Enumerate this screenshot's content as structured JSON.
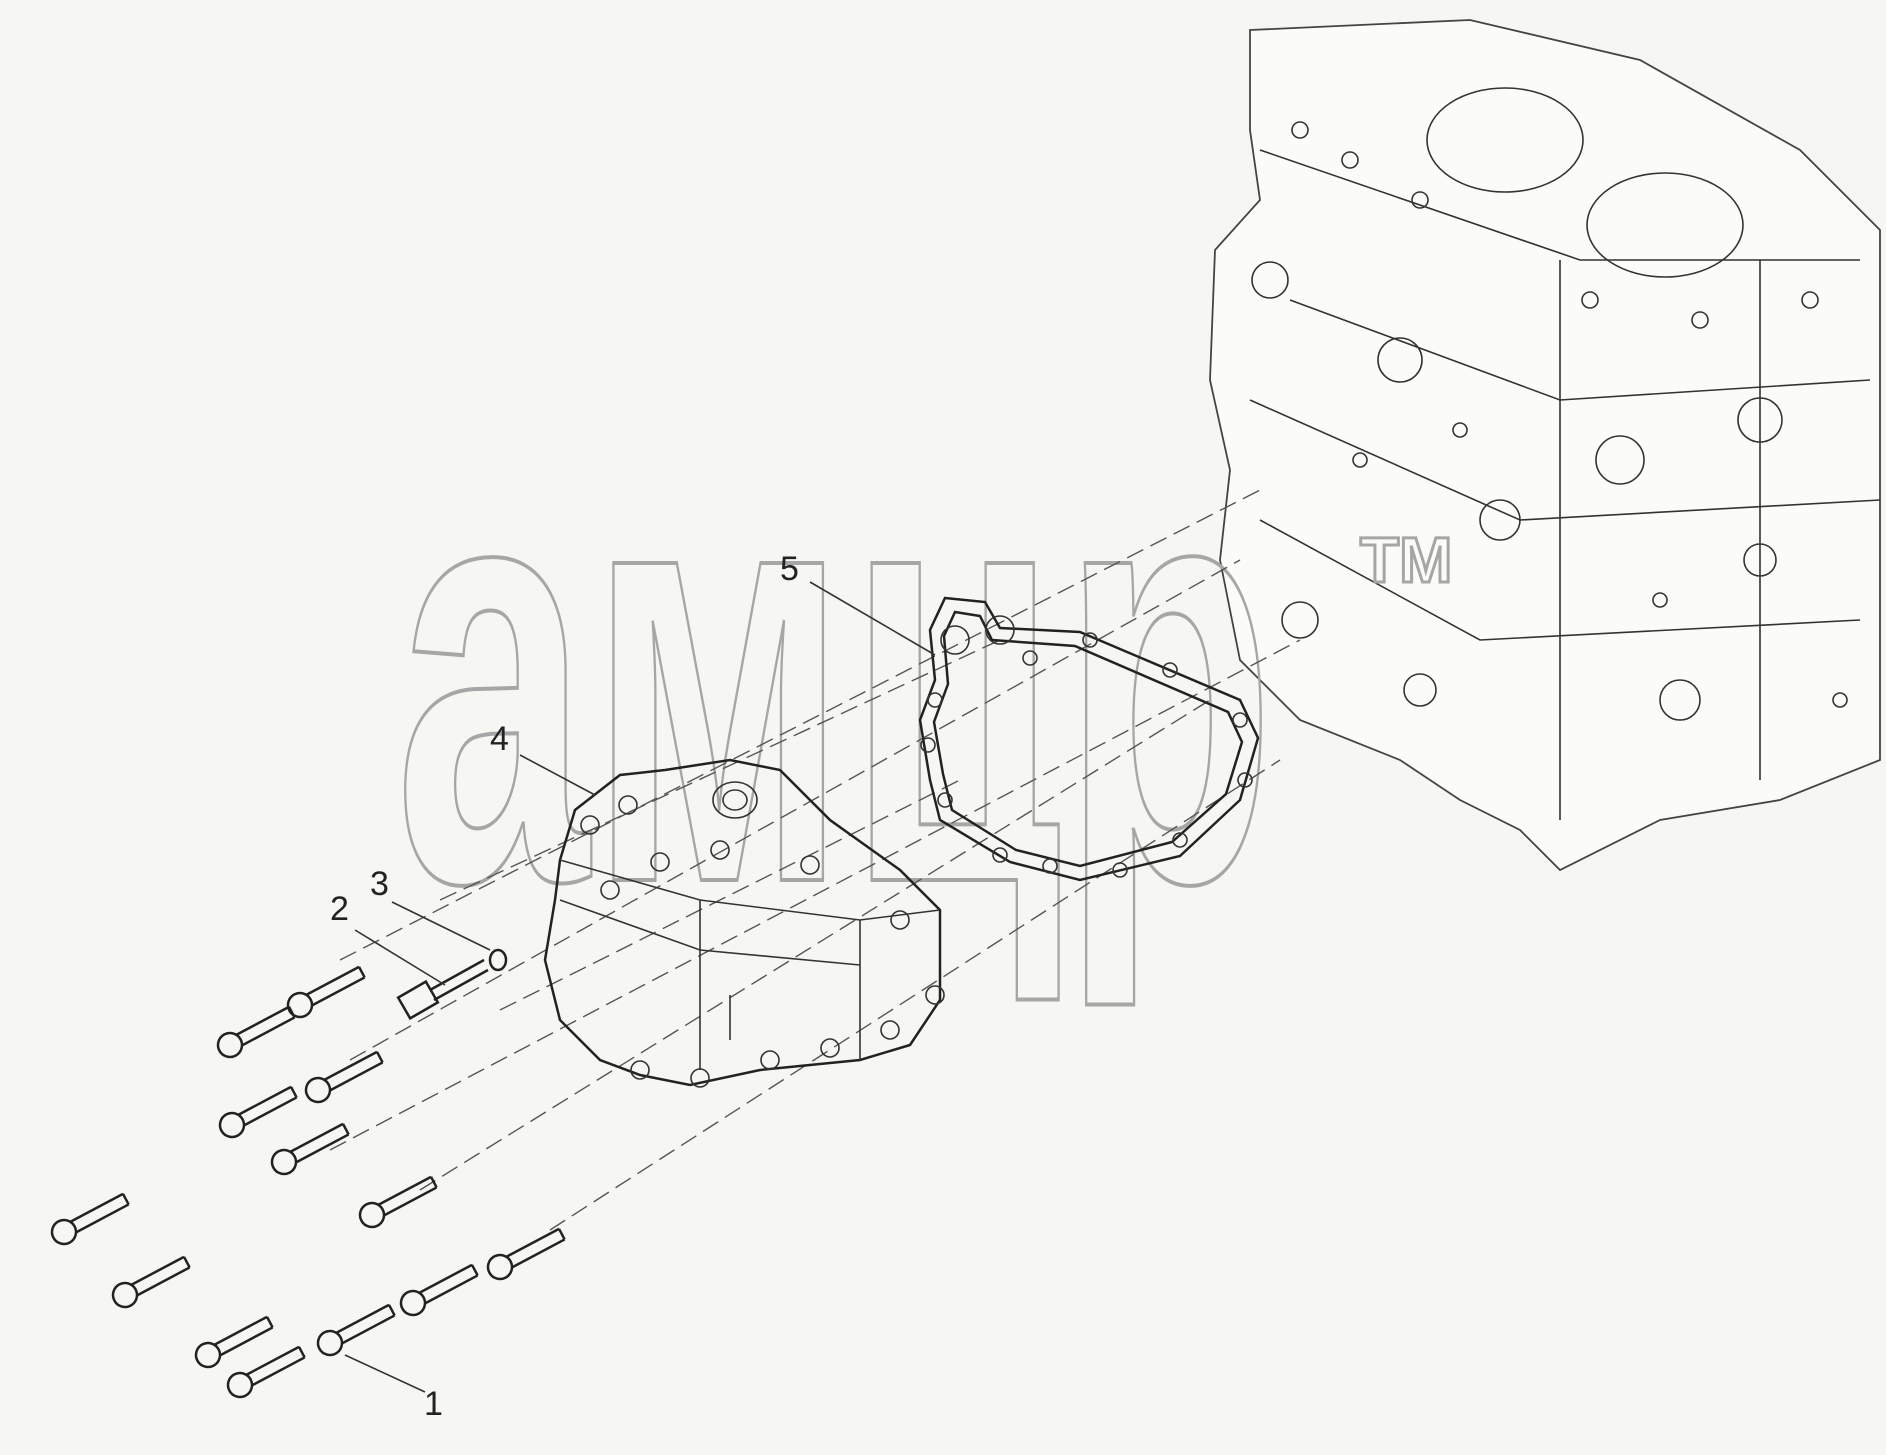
{
  "diagram": {
    "callouts": [
      {
        "id": "1",
        "text": "1"
      },
      {
        "id": "2",
        "text": "2"
      },
      {
        "id": "3",
        "text": "3"
      },
      {
        "id": "4",
        "text": "4"
      },
      {
        "id": "5",
        "text": "5"
      }
    ],
    "watermark": {
      "text": "амцр",
      "trademark": "TM"
    },
    "colors": {
      "line": "#222222",
      "watermark": "#a6a6a6",
      "background": "#f6f7f2"
    }
  }
}
